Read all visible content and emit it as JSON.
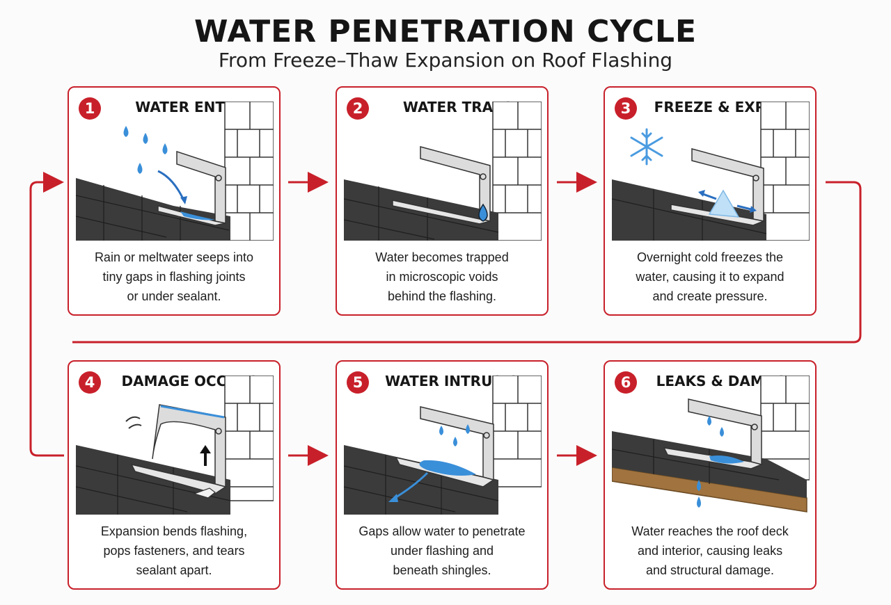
{
  "header": {
    "title": "WATER PENETRATION CYCLE",
    "subtitle": "From Freeze–Thaw Expansion on Roof Flashing"
  },
  "colors": {
    "accent": "#c8202a",
    "water": "#3a8fd9",
    "shingle": "#3b3b3b",
    "deck": "#a0733f"
  },
  "steps": [
    {
      "number": "1",
      "title": "WATER ENTRY",
      "description": "Rain or meltwater seeps into\ntiny gaps in flashing joints\nor under sealant.",
      "icon": "raindrops-icon"
    },
    {
      "number": "2",
      "title": "WATER TRAPS",
      "description": "Water becomes trapped\nin microscopic voids\nbehind the flashing.",
      "icon": "trapped-drop-icon"
    },
    {
      "number": "3",
      "title": "FREEZE & EXPAND",
      "description": "Overnight cold freezes the\nwater, causing it to expand\nand create pressure.",
      "icon": "snowflake-icon"
    },
    {
      "number": "4",
      "title": "DAMAGE OCCURS",
      "description": "Expansion bends flashing,\npops fasteners, and tears\nsealant apart.",
      "icon": "up-arrow-icon"
    },
    {
      "number": "5",
      "title": "WATER INTRUSION",
      "description": "Gaps allow water to penetrate\nunder flashing and\nbeneath shingles.",
      "icon": "flow-arrow-icon"
    },
    {
      "number": "6",
      "title": "LEAKS & DAMAGE",
      "description": "Water reaches the roof deck\nand interior, causing leaks\nand structural damage.",
      "icon": "drip-icon"
    }
  ]
}
